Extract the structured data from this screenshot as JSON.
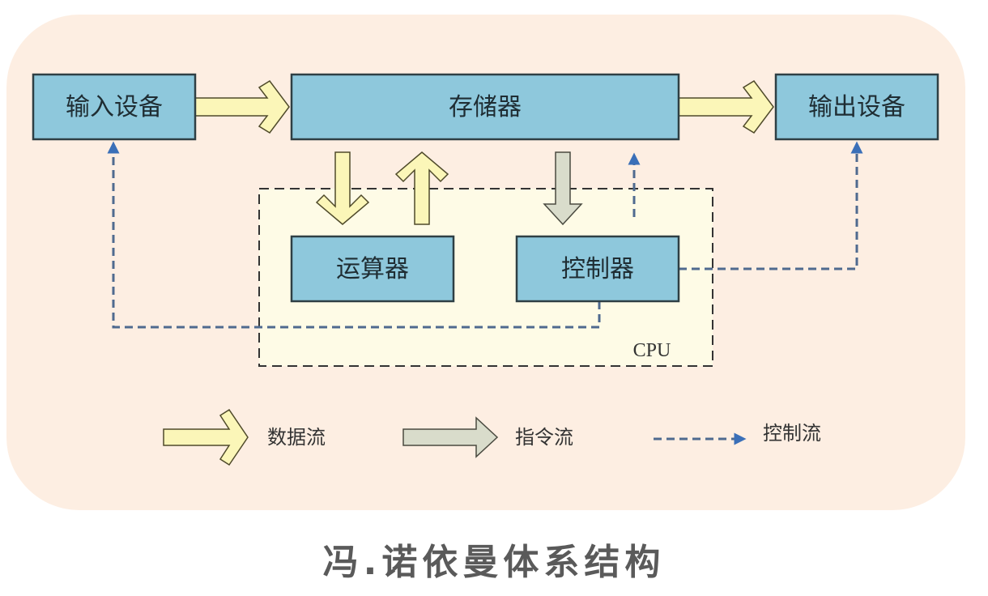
{
  "diagram": {
    "title": "冯.诺依曼体系结构",
    "colors": {
      "background_panel": "#fdeee2",
      "cpu_region": "#fefbe6",
      "unit_box_fill": "#8ec8dc",
      "unit_box_border": "#2e3f44",
      "data_flow_fill": "#fbf6b8",
      "instruction_flow_fill": "#d9dccb",
      "control_flow": "#3a6fb8",
      "text": "#1f2d33"
    },
    "nodes": {
      "input": {
        "label": "输入设备"
      },
      "memory": {
        "label": "存储器"
      },
      "output": {
        "label": "输出设备"
      },
      "alu": {
        "label": "运算器"
      },
      "controller": {
        "label": "控制器"
      },
      "cpu": {
        "label": "CPU"
      }
    },
    "edges": [
      {
        "from": "input",
        "to": "memory",
        "type": "data"
      },
      {
        "from": "memory",
        "to": "output",
        "type": "data"
      },
      {
        "from": "memory",
        "to": "alu",
        "type": "data"
      },
      {
        "from": "alu",
        "to": "memory",
        "type": "data"
      },
      {
        "from": "memory",
        "to": "controller",
        "type": "instruction"
      },
      {
        "from": "controller",
        "to": "memory",
        "type": "control"
      },
      {
        "from": "controller",
        "to": "input",
        "type": "control"
      },
      {
        "from": "controller",
        "to": "output",
        "type": "control"
      }
    ],
    "legend": [
      {
        "type": "data",
        "label": "数据流"
      },
      {
        "type": "instruction",
        "label": "指令流"
      },
      {
        "type": "control",
        "label": "控制流"
      }
    ]
  }
}
